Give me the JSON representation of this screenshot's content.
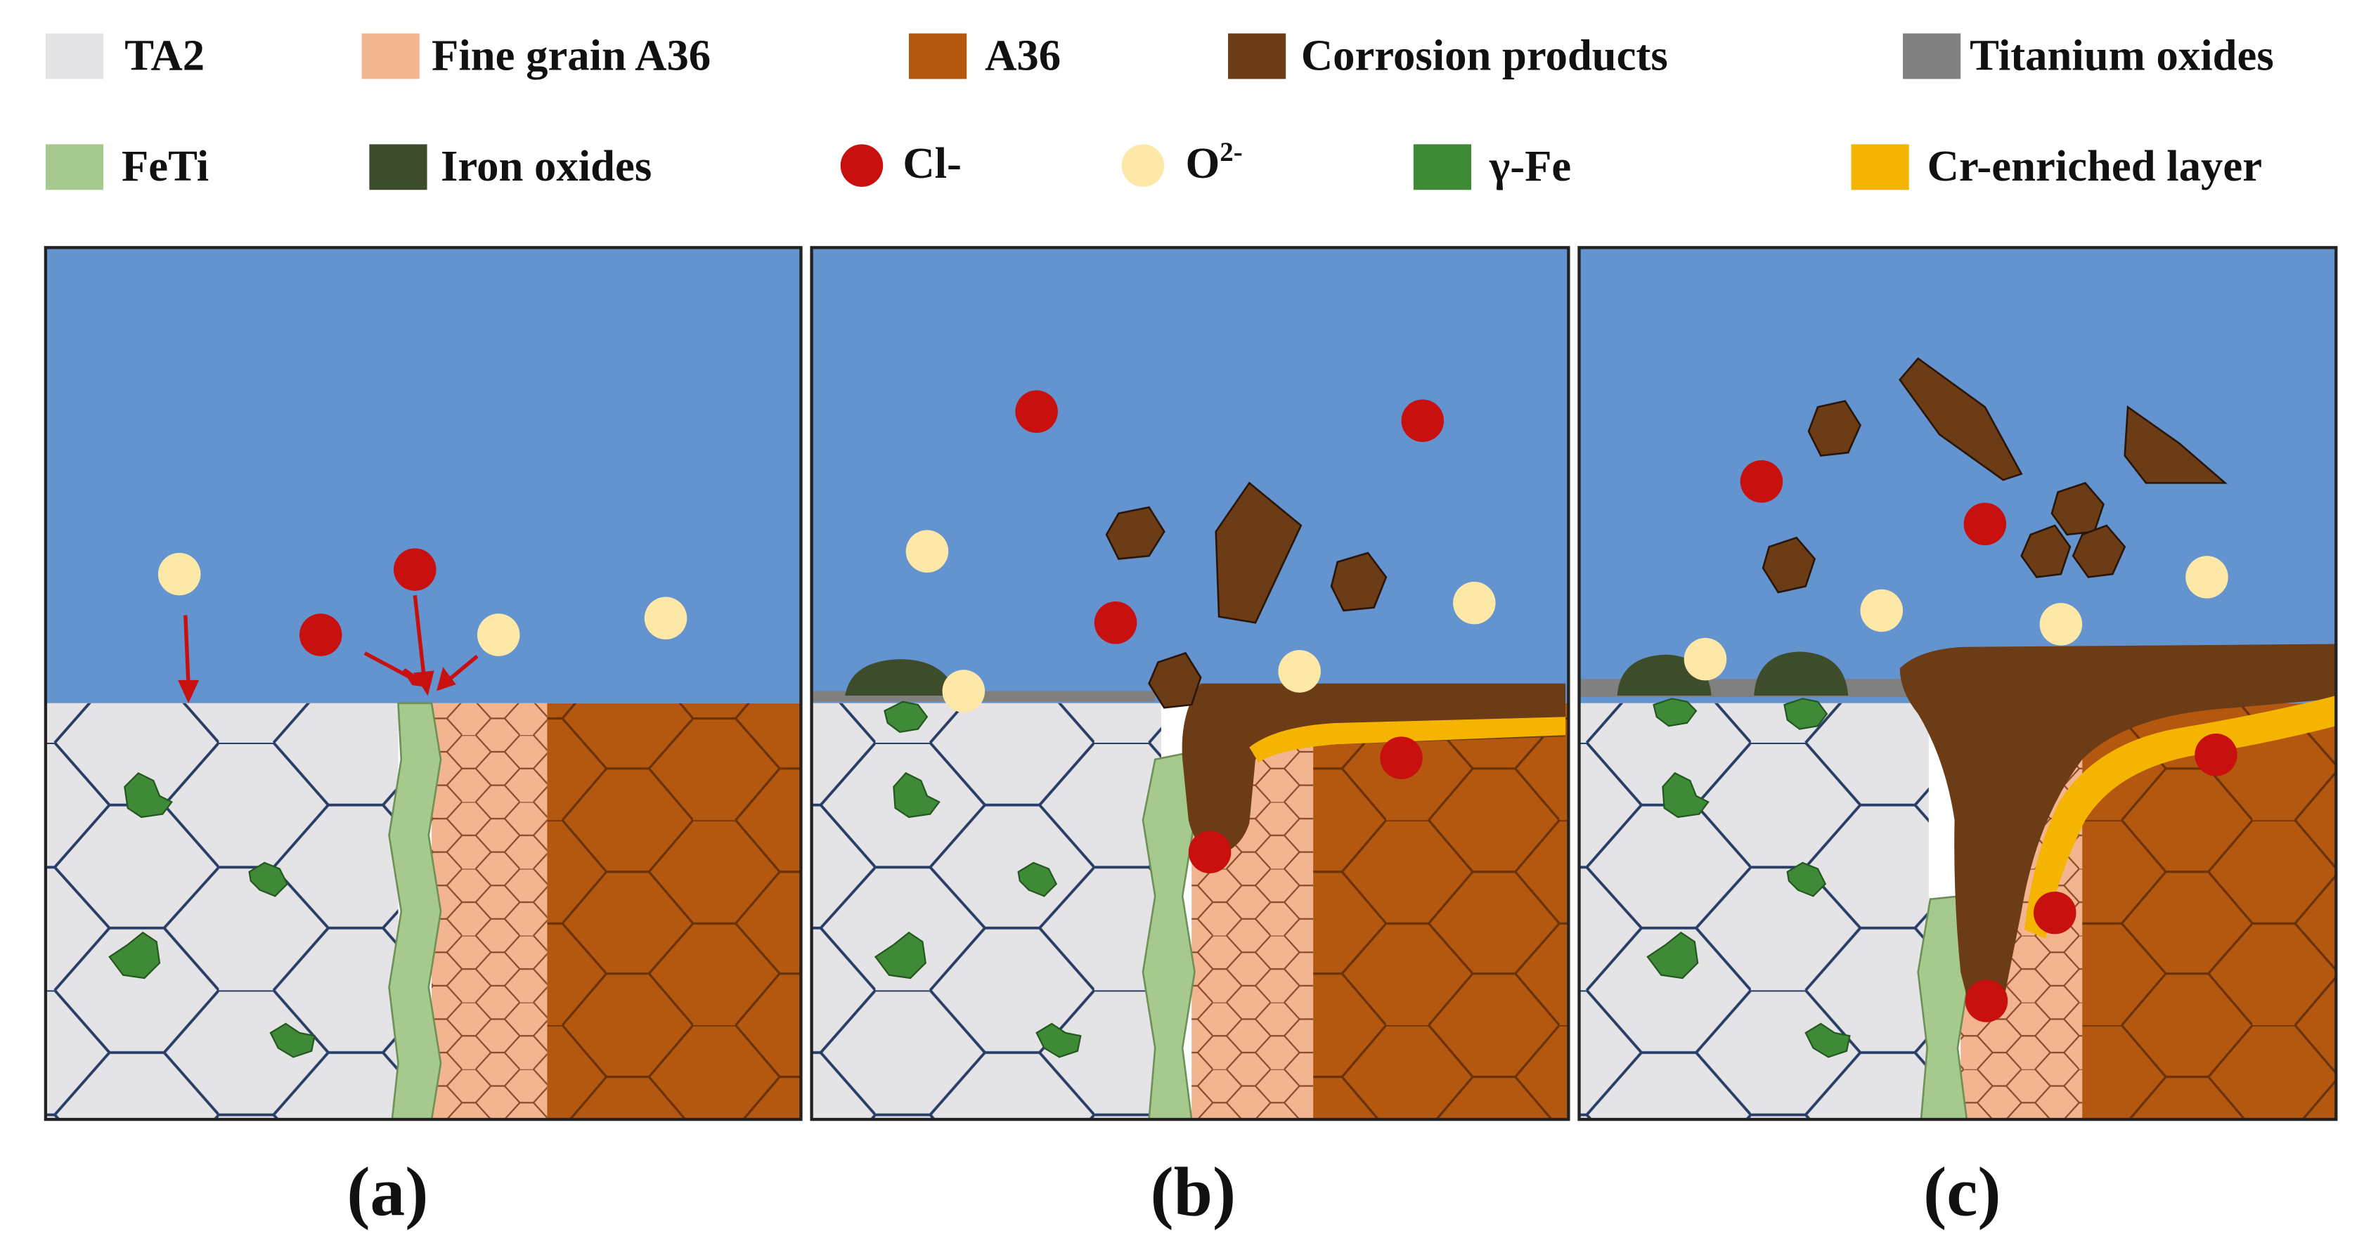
{
  "legend": [
    {
      "key": "ta2",
      "label": "TA2",
      "color": "#e4e4e6"
    },
    {
      "key": "fine",
      "label": "Fine grain A36",
      "color": "#f2b58f"
    },
    {
      "key": "a36",
      "label": "A36",
      "color": "#b4570f"
    },
    {
      "key": "corr",
      "label": "Corrosion products",
      "color": "#6b3c16"
    },
    {
      "key": "tiox",
      "label": "Titanium oxides",
      "color": "#808080"
    },
    {
      "key": "feti",
      "label": "FeTi",
      "color": "#a6ca8e"
    },
    {
      "key": "feox",
      "label": "Iron oxides",
      "color": "#3d4d2c"
    },
    {
      "key": "cl",
      "label": "Cl-",
      "color": "#c8100e"
    },
    {
      "key": "o2",
      "label": "O",
      "sup": "2-",
      "color": "#fde8a8"
    },
    {
      "key": "gfe",
      "label": "γ-Fe",
      "color": "#3e8a36"
    },
    {
      "key": "cr",
      "label": "Cr-enriched layer",
      "color": "#f5b400"
    }
  ],
  "panels": [
    {
      "id": "a",
      "caption": "(a)"
    },
    {
      "id": "b",
      "caption": "(b)"
    },
    {
      "id": "c",
      "caption": "(c)"
    }
  ],
  "colors": {
    "water": "#6494d0",
    "grain_line": "#2a3d66",
    "arrow": "#c8100e",
    "particle_outline": "#2a1508"
  }
}
